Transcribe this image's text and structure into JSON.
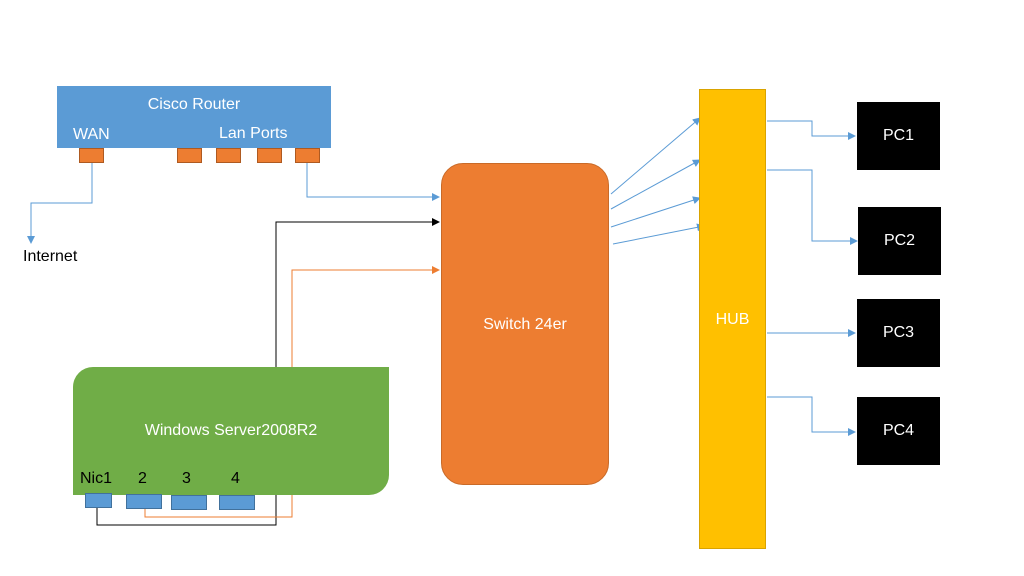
{
  "router": {
    "title": "Cisco Router",
    "wan_label": "WAN",
    "lan_label": "Lan Ports"
  },
  "internet": {
    "label": "Internet"
  },
  "switch": {
    "label": "Switch 24er"
  },
  "server": {
    "title": "Windows Server2008R2",
    "nics": [
      "Nic1",
      "2",
      "3",
      "4"
    ]
  },
  "hub": {
    "label": "HUB"
  },
  "pcs": [
    "PC1",
    "PC2",
    "PC3",
    "PC4"
  ],
  "colors": {
    "router": "#5b9bd5",
    "switch": "#ed7d31",
    "server": "#70ad47",
    "hub": "#ffc000",
    "pc": "#000000",
    "link_blue": "#5b9bd5",
    "link_black": "#000000",
    "link_orange": "#ed7d31"
  }
}
